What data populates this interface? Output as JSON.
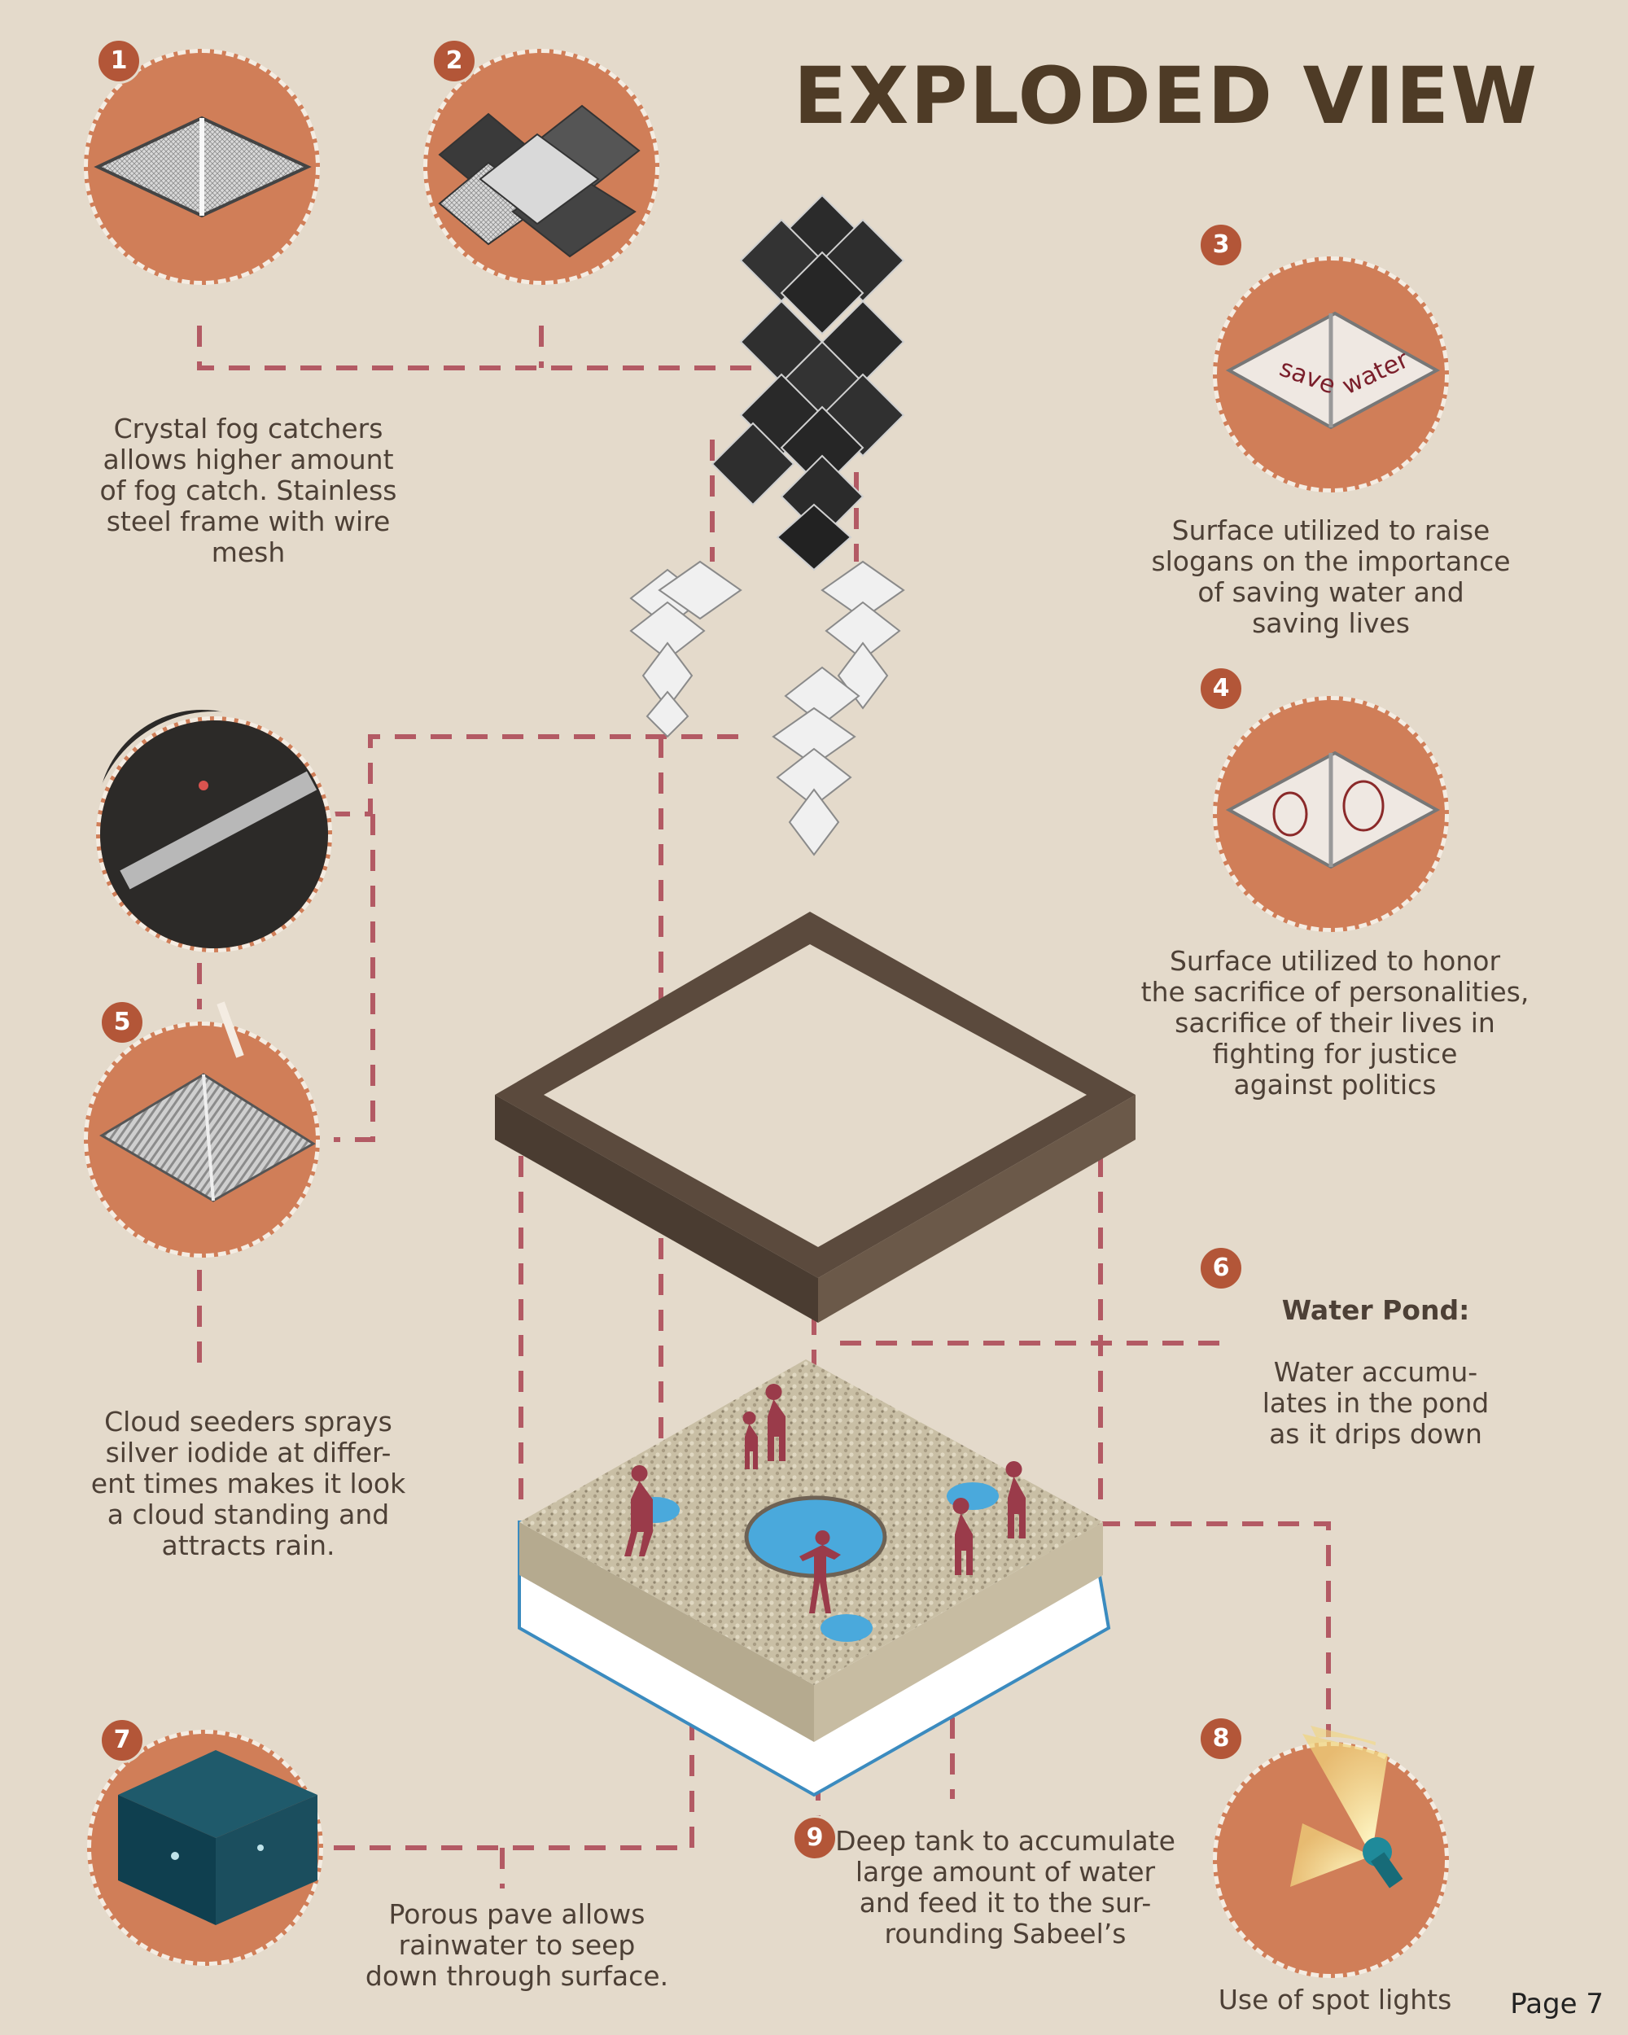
{
  "title": "EXPLODED VIEW",
  "page_label": "Page 7",
  "items": [
    {
      "num": "1",
      "text": ""
    },
    {
      "num": "2",
      "text": ""
    },
    {
      "num": "3",
      "text": "Surface utilized to raise\nslogans  on the importance\nof saving  water and\nsaving lives"
    },
    {
      "num": "4",
      "text": "Surface utilized to honor\nthe sacrifice of personalities,\nsacrifice of their lives in\nfighting for justice\nagainst politics"
    },
    {
      "num": "5",
      "text": "Cloud seeders sprays\nsilver iodide at differ-\nent times makes it look\na cloud standing and\nattracts rain."
    },
    {
      "num": "6",
      "heading": "Water Pond:",
      "text": "Water accumu-\nlates in the pond\nas it drips down"
    },
    {
      "num": "7",
      "text": "Porous pave allows\nrainwater to seep\ndown through surface."
    },
    {
      "num": "8",
      "text": "Use of spot lights"
    },
    {
      "num": "9",
      "text": "Deep tank to accumulate\nlarge amount of water\nand feed it to the sur-\nrounding Sabeel’s"
    }
  ],
  "fog_text": "Crystal fog catchers\nallows higher amount\nof fog catch. Stainless\nsteel frame with wire\nmesh",
  "slogan_words": [
    "save",
    "water"
  ],
  "colors": {
    "background": "#e4dacb",
    "circle": "#d07e58",
    "badge": "#b35638",
    "leader": "#b35a64",
    "pond": "#4aa9dc",
    "figure": "#9a3b4a"
  }
}
